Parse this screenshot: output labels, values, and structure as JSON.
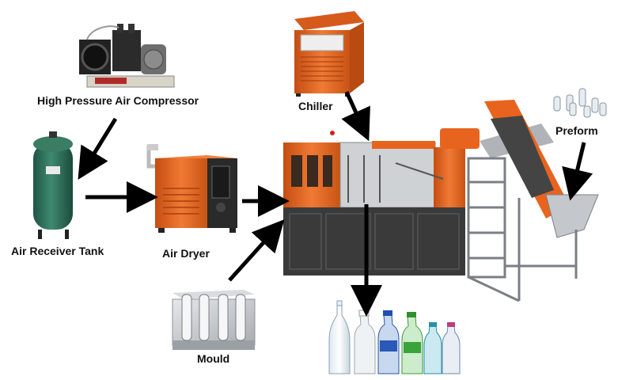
{
  "labels": {
    "compressor": "High Pressure Air Compressor",
    "chiller": "Chiller",
    "preform": "Preform",
    "tank": "Air Receiver Tank",
    "dryer": "Air Dryer",
    "mould": "Mould"
  },
  "colors": {
    "machine_orange": "#e8641e",
    "machine_dark": "#3a3a3a",
    "tank_green": "#2f6b57",
    "frame_grey": "#7b7f85",
    "arrow": "#000000"
  },
  "icons": [
    "air-compressor-icon",
    "chiller-unit-icon",
    "preform-icon",
    "air-receiver-tank-icon",
    "air-dryer-icon",
    "blow-moulding-machine-icon",
    "preform-conveyor-icon",
    "mould-icon",
    "bottles-icon"
  ]
}
